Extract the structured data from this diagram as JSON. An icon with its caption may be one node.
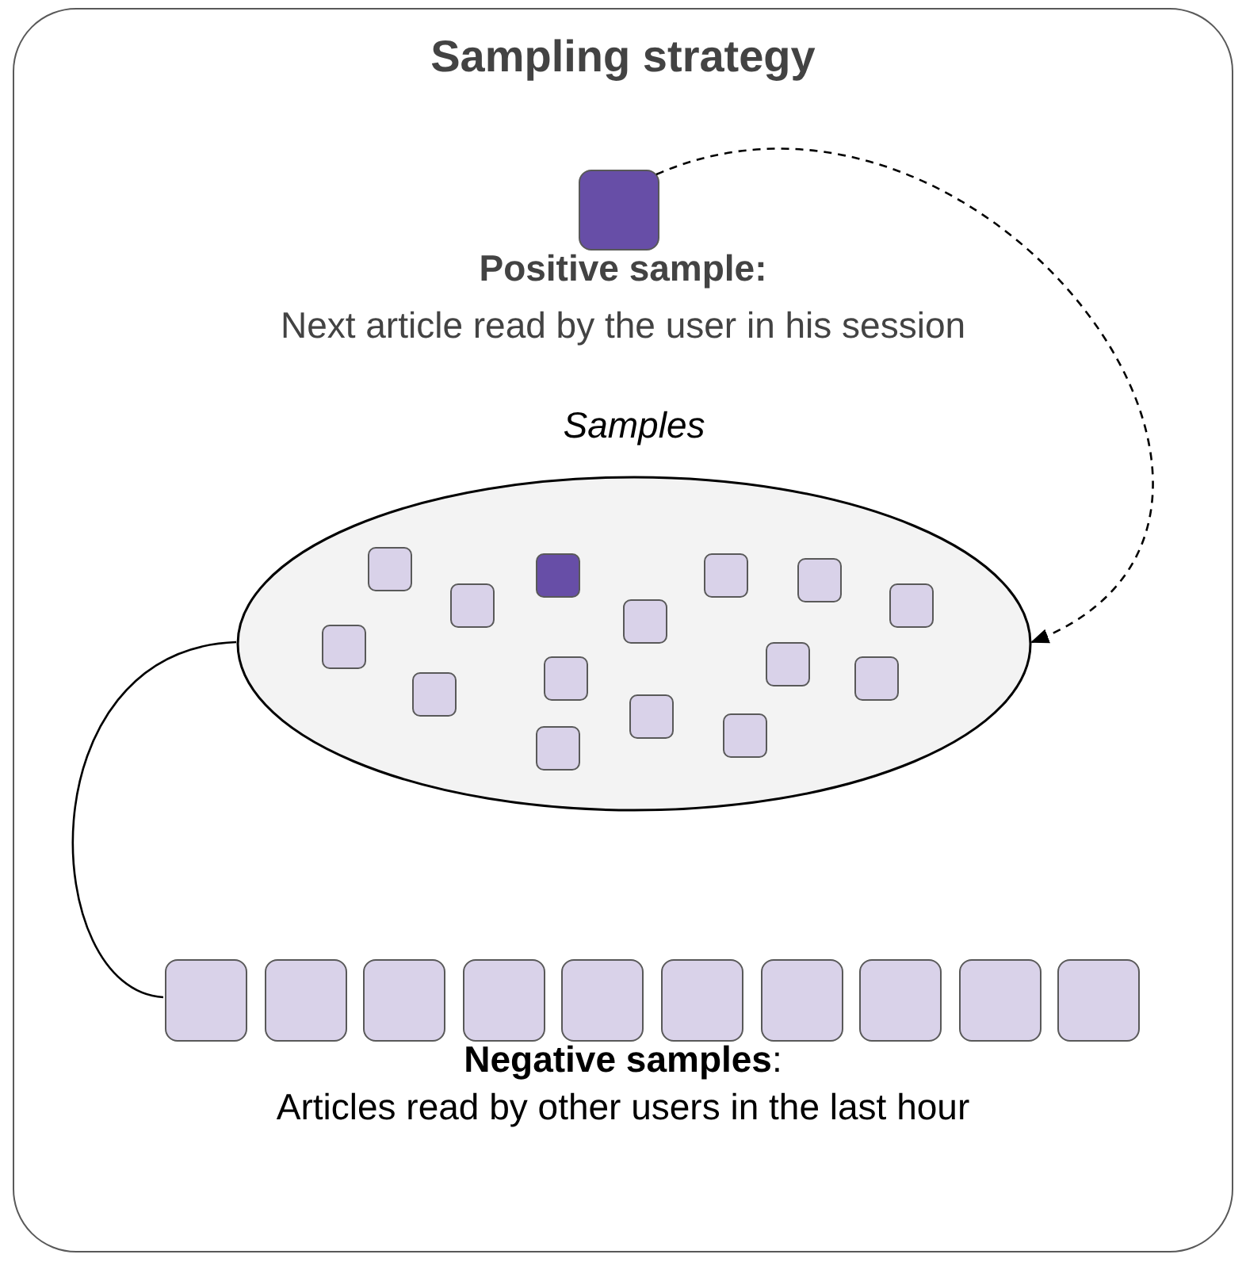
{
  "diagram": {
    "nodes": [
      {
        "text": [
          "Sampling strategy"
        ]
      },
      {
        "text": [],
        "shape": "box",
        "in": 0,
        "beside": [
          "Positive sample:",
          "Next article read by the user in his session"
        ]
      },
      {
        "text": [
          "Samples"
        ],
        "in": 0
      },
      {
        "text": [],
        "shape": "box",
        "in": 2
      },
      {
        "text": [],
        "shape": "box",
        "in": 2
      },
      {
        "text": [],
        "shape": "box",
        "in": 2
      },
      {
        "text": [],
        "shape": "box",
        "in": 2
      },
      {
        "text": [],
        "shape": "box",
        "in": 2
      },
      {
        "text": [],
        "shape": "box",
        "in": 2
      },
      {
        "text": [],
        "shape": "box",
        "in": 2
      },
      {
        "text": [],
        "shape": "box",
        "in": 2
      },
      {
        "text": [],
        "shape": "box",
        "in": 2
      },
      {
        "text": [],
        "shape": "box",
        "in": 2
      },
      {
        "text": [],
        "shape": "box",
        "in": 2
      },
      {
        "text": [],
        "shape": "box",
        "in": 2
      },
      {
        "text": [],
        "shape": "box",
        "in": 2
      },
      {
        "text": [],
        "shape": "box",
        "in": 2
      },
      {
        "text": [],
        "shape": "box",
        "in": 2
      },
      {
        "text": [],
        "shape": "box",
        "in": 0
      },
      {
        "text": [],
        "shape": "box",
        "in": 0
      },
      {
        "text": [],
        "shape": "box",
        "in": 0
      },
      {
        "text": [],
        "shape": "box",
        "in": 0
      },
      {
        "text": [],
        "shape": "box",
        "in": 0
      },
      {
        "text": [],
        "shape": "box",
        "in": 0
      },
      {
        "text": [],
        "shape": "box",
        "in": 0
      },
      {
        "text": [],
        "shape": "box",
        "in": 0
      },
      {
        "text": [],
        "shape": "box",
        "in": 0
      },
      {
        "text": [],
        "shape": "box",
        "in": 0
      }
    ],
    "edges": [
      {
        "from": 1,
        "to": 2,
        "arrow": "to",
        "style": "dashed"
      },
      {
        "from": 2,
        "to": 18,
        "arrow": "none"
      }
    ],
    "labels": [
      "**Negative samples**:",
      "Articles read by other users in the last hour"
    ]
  }
}
